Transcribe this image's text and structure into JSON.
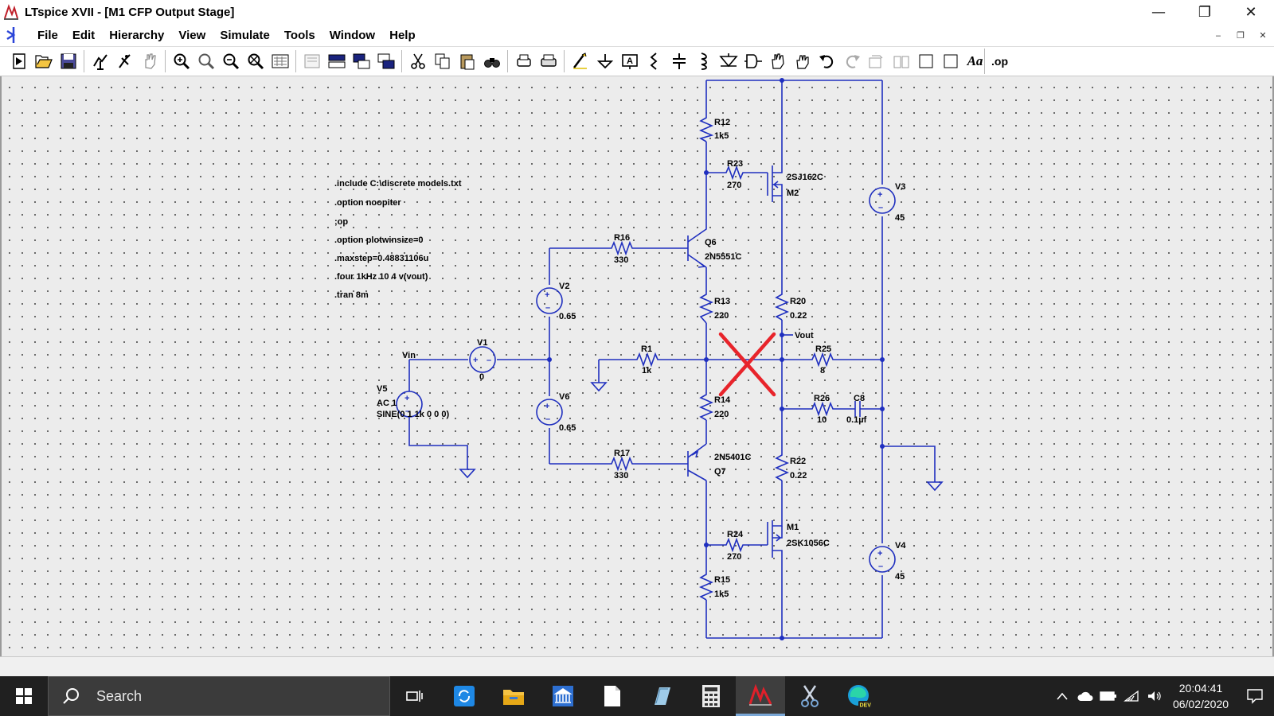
{
  "window": {
    "title": "LTspice XVII - [M1 CFP Output Stage]",
    "minimize": "—",
    "maximize": "❐",
    "close": "✕"
  },
  "menu": {
    "items": [
      "File",
      "Edit",
      "Hierarchy",
      "View",
      "Simulate",
      "Tools",
      "Window",
      "Help"
    ],
    "mdi_min": "‒",
    "mdi_restore": "❐",
    "mdi_close": "✕"
  },
  "toolbar": {
    "icons": [
      "run-icon",
      "open-icon",
      "save-icon",
      "control-panel-icon",
      "halt-icon",
      "pan-icon",
      "zoom-in-icon",
      "zoom-area-icon",
      "zoom-out-icon",
      "zoom-fit-icon",
      "autorange-icon",
      "schematic-icon",
      "tile-horizontal-icon",
      "tile-vertical-icon",
      "cascade-icon",
      "cut-icon",
      "copy-icon",
      "paste-icon",
      "find-icon",
      "print-preview-icon",
      "print-icon",
      "wire-icon",
      "ground-icon",
      "label-net-icon",
      "resistor-icon",
      "capacitor-icon",
      "inductor-icon",
      "diode-icon",
      "component-icon",
      "move-icon",
      "drag-icon",
      "undo-icon",
      "redo-icon",
      "rotate-icon",
      "mirror-icon",
      "text-icon",
      "spice-directive-icon"
    ],
    "text_label": "Aa",
    "op_label": ".op"
  },
  "directives": [
    ".include C:\\discrete models.txt",
    ".option noopiter",
    ";op",
    ".option plotwinsize=0",
    ".maxstep=0.48831106u",
    ".four 1kHz 10 4 v(vout)",
    ".tran 8m"
  ],
  "components": {
    "R12": {
      "name": "R12",
      "value": "1k5"
    },
    "R23": {
      "name": "R23",
      "value": "270"
    },
    "M2": {
      "name": "M2",
      "model": "2SJ162C"
    },
    "V3": {
      "name": "V3",
      "value": "45"
    },
    "R16": {
      "name": "R16",
      "value": "330"
    },
    "Q6": {
      "name": "Q6",
      "model": "2N5551C"
    },
    "V2": {
      "name": "V2",
      "value": "0.65"
    },
    "R13": {
      "name": "R13",
      "value": "220"
    },
    "R20": {
      "name": "R20",
      "value": "0.22"
    },
    "V1": {
      "name": "V1",
      "value": "0"
    },
    "R1": {
      "name": "R1",
      "value": "1k"
    },
    "R25": {
      "name": "R25",
      "value": "8"
    },
    "V5": {
      "name": "V5",
      "ac": "AC 1",
      "value": "SINE(0 1 1k 0 0 0)"
    },
    "V6": {
      "name": "V6",
      "value": "0.65"
    },
    "R14": {
      "name": "R14",
      "value": "220"
    },
    "R26": {
      "name": "R26",
      "value": "10"
    },
    "C8": {
      "name": "C8",
      "value": "0.1µf"
    },
    "R17": {
      "name": "R17",
      "value": "330"
    },
    "Q7": {
      "name": "Q7",
      "model": "2N5401C"
    },
    "R22": {
      "name": "R22",
      "value": "0.22"
    },
    "M1": {
      "name": "M1",
      "model": "2SK1056C"
    },
    "R24": {
      "name": "R24",
      "value": "270"
    },
    "V4": {
      "name": "V4",
      "value": "45"
    },
    "R15": {
      "name": "R15",
      "value": "1k5"
    }
  },
  "nets": {
    "vin": "Vin",
    "vout": "Vout"
  },
  "colors": {
    "wire": "#1f2fbf",
    "dot": "#1f2fbf",
    "cross": "#e8242b",
    "background": "#ececec"
  },
  "taskbar": {
    "search_placeholder": "Search",
    "time": "20:04:41",
    "date": "06/02/2020",
    "apps": [
      "task-view-icon",
      "sync-icon",
      "file-explorer-icon",
      "bank-icon",
      "document-icon",
      "notes-icon",
      "calculator-icon",
      "ltspice-icon",
      "snipping-icon",
      "edge-dev-icon"
    ],
    "edge_badge": "DEV"
  }
}
